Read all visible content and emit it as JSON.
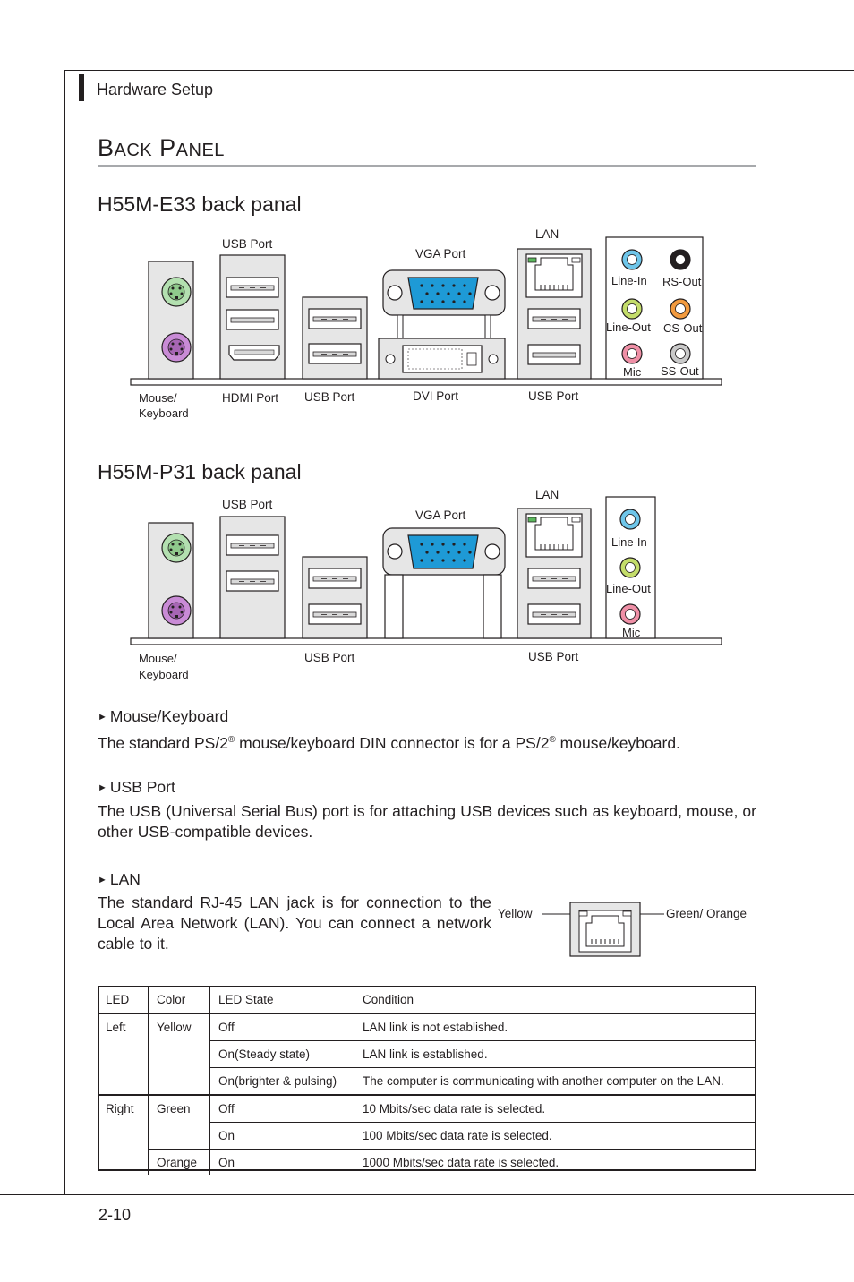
{
  "header": {
    "section": "Hardware Setup"
  },
  "title": {
    "first_big": "B",
    "first_small": "ACK",
    "second_big": "P",
    "second_small": "ANEL"
  },
  "panel1": {
    "title": "H55M-E33 back panal",
    "labels": {
      "usb_top": "USB Port",
      "vga": "VGA Port",
      "lan": "LAN",
      "line_in": "Line-In",
      "rs_out": "RS-Out",
      "line_out": "Line-Out",
      "cs_out": "CS-Out",
      "mic": "Mic",
      "ss_out": "SS-Out",
      "mouse1": "Mouse/",
      "mouse2": "Keyboard",
      "hdmi": "HDMI Port",
      "usb_mid": "USB Port",
      "dvi": "DVI Port",
      "usb_lan": "USB Port"
    }
  },
  "panel2": {
    "title": "H55M-P31 back panal",
    "labels": {
      "usb_top": "USB Port",
      "vga": "VGA Port",
      "lan": "LAN",
      "line_in": "Line-In",
      "line_out": "Line-Out",
      "mic": "Mic",
      "mouse1": "Mouse/",
      "mouse2": "Keyboard",
      "usb_mid": "USB Port",
      "usb_lan": "USB Port"
    }
  },
  "sections": {
    "mouse": {
      "heading": "Mouse/Keyboard",
      "text_a": "The standard PS/2",
      "reg": "®",
      "text_b": " mouse/keyboard DIN connector is for a PS/2",
      "text_c": " mouse/keyboard."
    },
    "usb": {
      "heading": "USB Port",
      "text": "The USB (Universal Serial Bus) port is for attaching USB devices such as keyboard, mouse, or other USB-compatible devices."
    },
    "lan": {
      "heading": "LAN",
      "text": "The standard RJ-45 LAN jack is for connection to the Local Area Network (LAN). You can connect a network cable to it.",
      "yellow_label": "Yellow",
      "green_label": "Green/ Orange"
    }
  },
  "led_table": {
    "headers": [
      "LED",
      "Color",
      "LED State",
      "Condition"
    ],
    "rows": [
      [
        "Left",
        "Yellow",
        "Off",
        "LAN link is not established."
      ],
      [
        "",
        "",
        "On(Steady state)",
        "LAN link is established."
      ],
      [
        "",
        "",
        "On(brighter & pulsing)",
        "The computer is communicating with another computer on the LAN."
      ],
      [
        "Right",
        "Green",
        "Off",
        "10 Mbits/sec data rate is selected."
      ],
      [
        "",
        "",
        "On",
        "100 Mbits/sec data rate is selected."
      ],
      [
        "",
        "Orange",
        "On",
        "1000 Mbits/sec data rate is selected."
      ]
    ]
  },
  "footer": {
    "page": "2-10"
  },
  "colors": {
    "ps2_mouse": "#b3e0b0",
    "ps2_keyboard": "#c98bd6",
    "vga_blue": "#1e9ad6",
    "audio_blue": "#6ec6ea",
    "audio_green": "#c4dd6a",
    "audio_pink": "#ef8fa6",
    "audio_orange": "#f29a3e",
    "audio_black": "#231f20",
    "audio_gray": "#c9c9c9"
  }
}
